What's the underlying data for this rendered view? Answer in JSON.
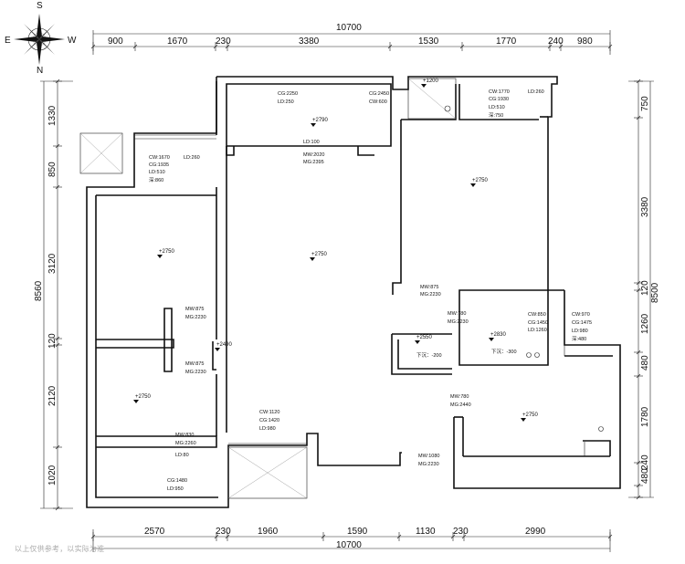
{
  "compass": {
    "n": "N",
    "s": "S",
    "e": "E",
    "w": "W"
  },
  "top": {
    "total": "10700",
    "segments": [
      "900",
      "1670",
      "230",
      "3380",
      "1530",
      "1770",
      "240",
      "980"
    ]
  },
  "bottom": {
    "total": "10700",
    "segments": [
      "2570",
      "230",
      "1960",
      "1590",
      "1130",
      "230",
      "2990"
    ]
  },
  "left": {
    "total": "8560",
    "segments": [
      "1330",
      "850",
      "3120",
      "120",
      "2120",
      "1020"
    ]
  },
  "right": {
    "total": "8500",
    "segments": [
      "750",
      "3380",
      "120",
      "1260",
      "480",
      "1780",
      "480",
      "240"
    ]
  },
  "annotations": [
    "CG:2250",
    "LD:250",
    "CG:2450",
    "CW:600",
    "+2790",
    "LD:100",
    "MW:2020",
    "MG:2395",
    "+1200",
    "CW:1770",
    "LD:260",
    "CG:1930",
    "LD:510",
    "深:750",
    "+2750",
    "CW:1670",
    "LD:260",
    "CG:1935",
    "LD:510",
    "深:860",
    "+2750",
    "+2750",
    "MW:875",
    "MG:2230",
    "MW:875",
    "MG:2230",
    "+2490",
    "MW:875",
    "MG:2230",
    "+2750",
    "MW:830",
    "MG:2260",
    "LD:80",
    "CG:1480",
    "LD:950",
    "CW:1120",
    "CG:1420",
    "LD:980",
    "MW:1080",
    "MG:2230",
    "MW:780",
    "MG:2230",
    "+2550",
    "下沉：-200",
    "+2830",
    "下沉：-300",
    "CW:850",
    "CG:1450",
    "LD:1260",
    "CW:970",
    "CG:1475",
    "LD:980",
    "深:480",
    "MW:780",
    "MG:2440",
    "+2750"
  ],
  "watermark": "以上仅供参考，以实际为准"
}
